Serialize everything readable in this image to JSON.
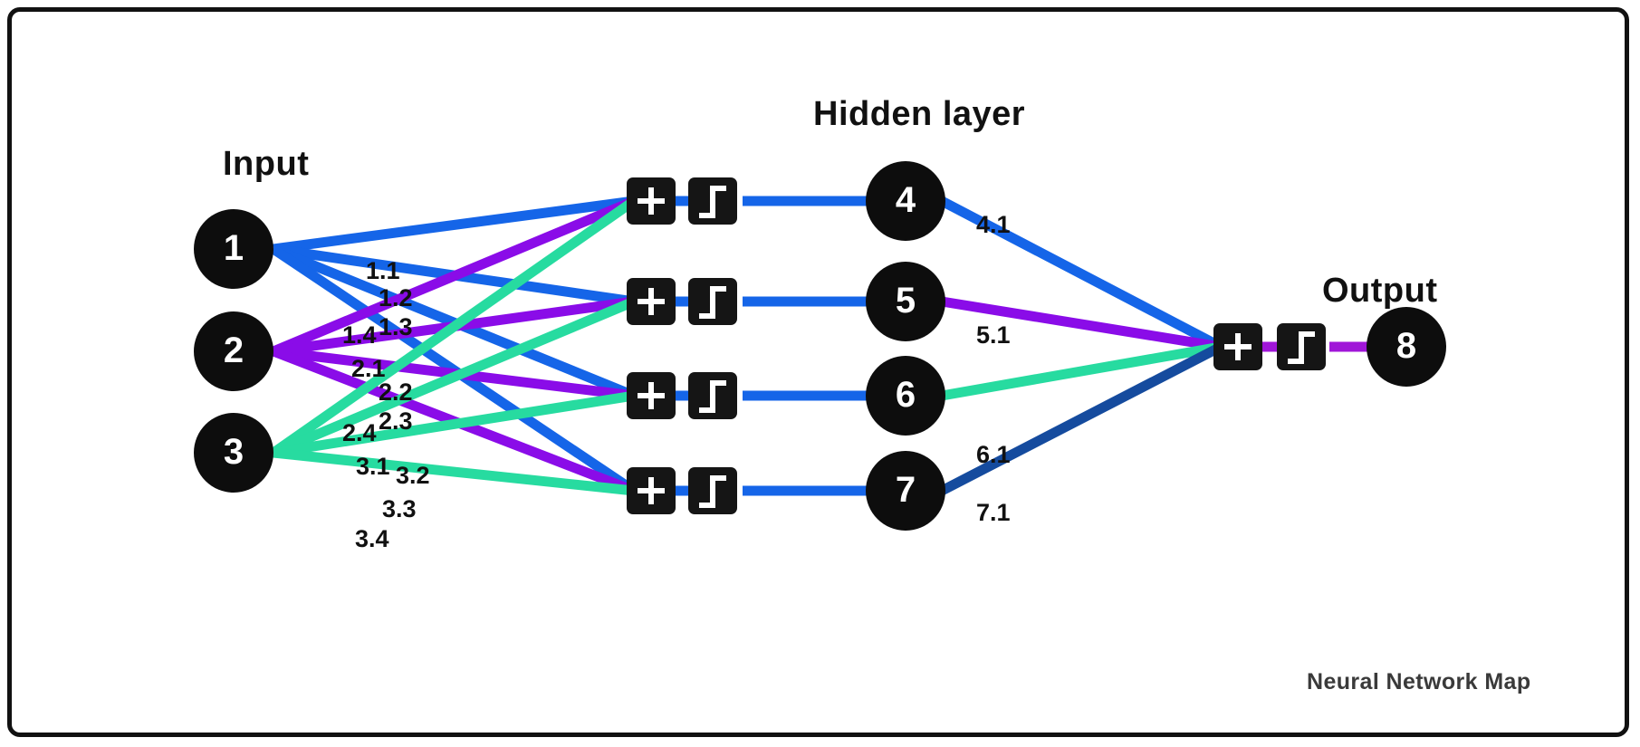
{
  "diagram": {
    "title_footer": "Neural Network Map",
    "layer_titles": {
      "input": "Input",
      "hidden": "Hidden layer",
      "output": "Output"
    },
    "colors": {
      "input1": "#1565e8",
      "input2": "#8a0ce8",
      "input3": "#27dba0",
      "hidden4_out": "#1565e8",
      "hidden5_out": "#8a0ce8",
      "hidden6_out": "#27dba0",
      "hidden7_out": "#154b9e",
      "output_edge": "#a016d8",
      "node_fill": "#0d0d0d",
      "box_fill": "#151515",
      "text": "#111111",
      "footer_text": "#3a3a3a",
      "border": "#111111"
    },
    "nodes": {
      "input": [
        {
          "id": "1",
          "label": "1"
        },
        {
          "id": "2",
          "label": "2"
        },
        {
          "id": "3",
          "label": "3"
        }
      ],
      "hidden": [
        {
          "id": "4",
          "label": "4"
        },
        {
          "id": "5",
          "label": "5"
        },
        {
          "id": "6",
          "label": "6"
        },
        {
          "id": "7",
          "label": "7"
        }
      ],
      "output": [
        {
          "id": "8",
          "label": "8"
        }
      ]
    },
    "operator_glyphs": {
      "sum": "+",
      "activation": "step-function"
    },
    "input_edge_labels": [
      "1.1",
      "1.2",
      "1.3",
      "1.4",
      "2.1",
      "2.2",
      "2.3",
      "2.4",
      "3.1",
      "3.2",
      "3.3",
      "3.4"
    ],
    "hidden_edge_labels": [
      "4.1",
      "5.1",
      "6.1",
      "7.1"
    ]
  },
  "chart_data": {
    "type": "diagram",
    "title": "Neural Network Map",
    "layers": [
      {
        "name": "Input",
        "nodes": [
          "1",
          "2",
          "3"
        ]
      },
      {
        "name": "Hidden layer",
        "nodes": [
          "4",
          "5",
          "6",
          "7"
        ]
      },
      {
        "name": "Output",
        "nodes": [
          "8"
        ]
      }
    ],
    "edges": [
      {
        "from": "1",
        "to": "4",
        "weight": "1.1",
        "color": "#1565e8"
      },
      {
        "from": "1",
        "to": "5",
        "weight": "1.2",
        "color": "#1565e8"
      },
      {
        "from": "1",
        "to": "6",
        "weight": "1.3",
        "color": "#1565e8"
      },
      {
        "from": "1",
        "to": "7",
        "weight": "1.4",
        "color": "#1565e8"
      },
      {
        "from": "2",
        "to": "4",
        "weight": "2.1",
        "color": "#8a0ce8"
      },
      {
        "from": "2",
        "to": "5",
        "weight": "2.2",
        "color": "#8a0ce8"
      },
      {
        "from": "2",
        "to": "6",
        "weight": "2.3",
        "color": "#8a0ce8"
      },
      {
        "from": "2",
        "to": "7",
        "weight": "2.4",
        "color": "#8a0ce8"
      },
      {
        "from": "3",
        "to": "4",
        "weight": "3.1",
        "color": "#27dba0"
      },
      {
        "from": "3",
        "to": "5",
        "weight": "3.2",
        "color": "#27dba0"
      },
      {
        "from": "3",
        "to": "6",
        "weight": "3.3",
        "color": "#27dba0"
      },
      {
        "from": "3",
        "to": "7",
        "weight": "3.4",
        "color": "#27dba0"
      },
      {
        "from": "4",
        "to": "8",
        "weight": "4.1",
        "color": "#1565e8"
      },
      {
        "from": "5",
        "to": "8",
        "weight": "5.1",
        "color": "#8a0ce8"
      },
      {
        "from": "6",
        "to": "8",
        "weight": "6.1",
        "color": "#27dba0"
      },
      {
        "from": "7",
        "to": "8",
        "weight": "7.1",
        "color": "#154b9e"
      }
    ]
  }
}
